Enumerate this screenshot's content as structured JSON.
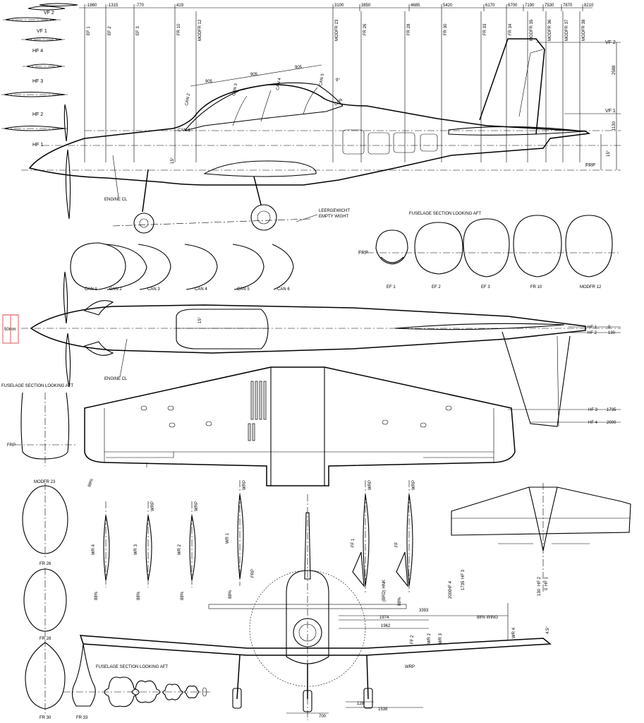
{
  "stations": [
    "-1860",
    "-1315",
    "-770",
    "419",
    "3100",
    "3850",
    "4685",
    "5420",
    "6170",
    "6700",
    "7190",
    "7530",
    "7870",
    "8210"
  ],
  "frames": [
    "EF 1",
    "EF 2",
    "EF 3",
    "FR 10",
    "MODFR 12",
    "MODFR 23",
    "FR 26",
    "FR 28",
    "FR 30",
    "FR 33",
    "FR 34",
    "MODFR 35",
    "MODFR 36",
    "MODFR 37",
    "MODFR 38"
  ],
  "profile_labels": [
    "VF 2",
    "VF 1",
    "HF 4",
    "HF 3",
    "HF 2",
    "HF 1"
  ],
  "side_view": {
    "can_labels": [
      "CAN 1",
      "CAN 2",
      "CAN 3",
      "CAN 4",
      "CAN 5",
      "CAN"
    ],
    "spacing": [
      "905",
      "905",
      "905"
    ],
    "angle_9": "9°",
    "angle_15_a": "15°",
    "angle_15_b": "15°",
    "vf2": "VF 2",
    "vf1": "VF 1",
    "frp": "FRP",
    "dim_2588": "2588",
    "dim_1130": "1130",
    "engine_cl": "ENGINE CL",
    "empty_weight_de": "LEERGEWICHT",
    "empty_weight_en": "EMPTY WIGHT"
  },
  "fuselage_section_title_1": "FUSELAGE SECTION LOOKING AFT",
  "canopy_sections": [
    "CAN 1",
    "CAN 2",
    "CAN 3",
    "CAN 4",
    "CAN 5",
    "CAN 6"
  ],
  "fuselage_sections_row": [
    "EF 1",
    "EF 2",
    "EF 3",
    "FR 10",
    "MODFR 12"
  ],
  "frp_label": "FRP",
  "top_view": {
    "scale_label": "50mm",
    "hf1": "HF 1",
    "hf1_val": "0",
    "hf2": "HF 2",
    "hf2_val": "130",
    "hf3": "HF 3",
    "hf3_val": "1735",
    "hf4": "HF 4",
    "hf4_val": "2000",
    "angle_15": "15°",
    "engine_cl": "ENGINE CL"
  },
  "fuselage_section_title_2": "FUSELAGE SECTION LOOKING AFT",
  "left_column_sections": [
    "FRP",
    "MODFR 23",
    "FR 26",
    "FR 28",
    "FR 30",
    "FR 33"
  ],
  "wing_chord_label": "88%",
  "wing_profiles": [
    {
      "name": "WR 4",
      "pct": "88%",
      "wrp": ""
    },
    {
      "name": "WR 3",
      "pct": "88%",
      "wrp": "WRP"
    },
    {
      "name": "WR 2",
      "pct": "88%",
      "wrp": "WRP"
    },
    {
      "name": "WR 1",
      "pct": "88%",
      "wrp": "WRP"
    },
    {
      "name": "FF 1",
      "pct": "",
      "wrp": "WRP"
    },
    {
      "name": "FF",
      "pct": "88%",
      "wrp": "WRP"
    }
  ],
  "wr1_frp": "FRP",
  "ff_note": "(BRD) HNK",
  "tail_top": {
    "hf4": "HF 4",
    "hf4_val": "2000",
    "hf3": "HF 3",
    "hf3_val": "1735",
    "hf2": "HF 2",
    "hf2_val": "130",
    "hf1": "HF 1",
    "hf1_val": "0"
  },
  "front_view": {
    "dims": [
      "3393",
      "1974",
      "1962",
      "700",
      "128",
      "1538"
    ],
    "wing_label": "88% WING",
    "angle": "4.5°",
    "ff2": "FF 2",
    "wr2": "WR 2",
    "wr3": "WR 3",
    "wr4": "WR 4",
    "wrp": "WRP"
  },
  "fuselage_section_title_3": "FUSELAGE SECTION LOOKING AFT"
}
